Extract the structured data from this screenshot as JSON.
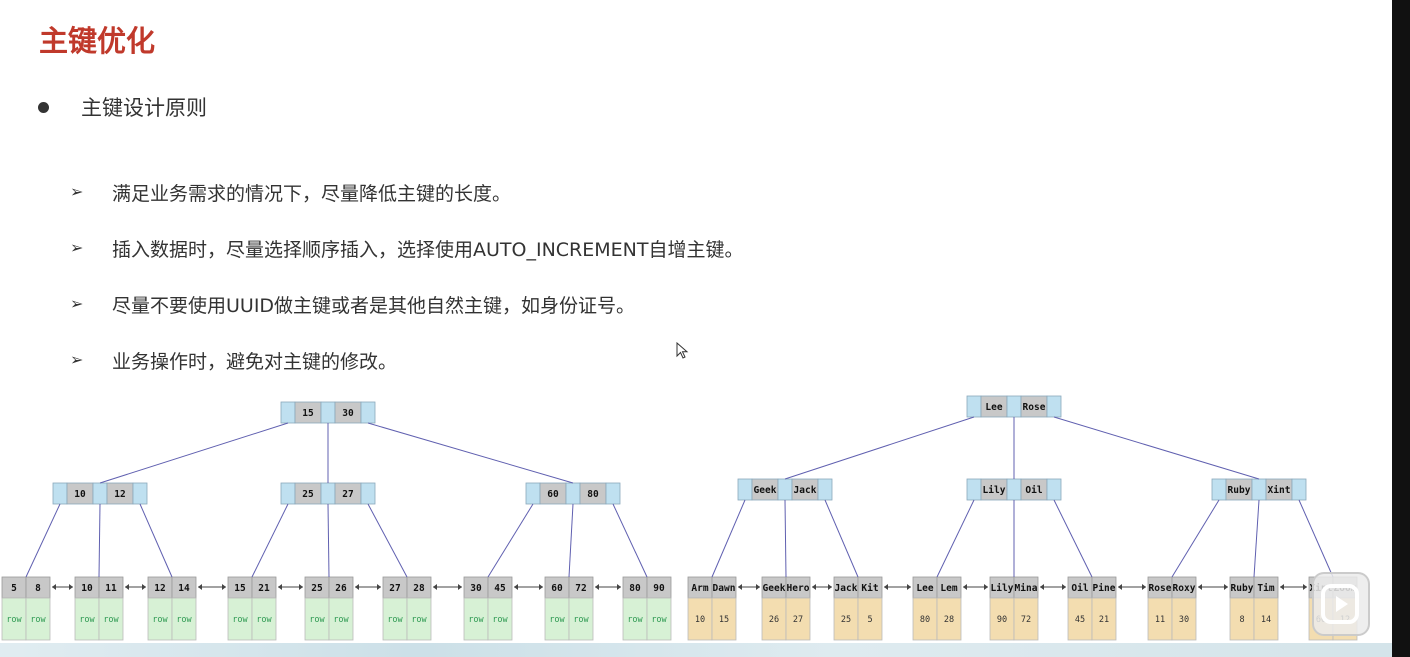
{
  "title": "主键优化",
  "bullet": "主键设计原则",
  "sub_items": [
    "满足业务需求的情况下，尽量降低主键的长度。",
    "插入数据时，尽量选择顺序插入，选择使用AUTO_INCREMENT自增主键。",
    "尽量不要使用UUID做主键或者是其他自然主键，如身份证号。",
    "业务操作时，避免对主键的修改。"
  ],
  "arrow_glyph": "➢",
  "colors": {
    "title": "#c0392b",
    "key_cell": "#c8c8c8",
    "pointer_cell": "#bfe0f0",
    "row_cell_green": "#d7f1d5",
    "row_cell_tan": "#f3ddb0",
    "edge": "#6060b0"
  },
  "left_tree": {
    "root": [
      "15",
      "30"
    ],
    "internal": [
      [
        "10",
        "12"
      ],
      [
        "25",
        "27"
      ],
      [
        "60",
        "80"
      ]
    ],
    "leaves": [
      [
        "5",
        "8"
      ],
      [
        "10",
        "11"
      ],
      [
        "12",
        "14"
      ],
      [
        "15",
        "21"
      ],
      [
        "25",
        "26"
      ],
      [
        "27",
        "28"
      ],
      [
        "30",
        "45"
      ],
      [
        "60",
        "72"
      ],
      [
        "80",
        "90"
      ]
    ],
    "row_label": "row"
  },
  "right_tree": {
    "root": [
      "Lee",
      "Rose"
    ],
    "internal": [
      [
        "Geek",
        "Jack"
      ],
      [
        "Lily",
        "Oil"
      ],
      [
        "Ruby",
        "Xint"
      ]
    ],
    "leaves": [
      [
        "Arm",
        "Dawn"
      ],
      [
        "Geek",
        "Hero"
      ],
      [
        "Jack",
        "Kit"
      ],
      [
        "Lee",
        "Lem"
      ],
      [
        "Lily",
        "Mina"
      ],
      [
        "Oil",
        "Pine"
      ],
      [
        "Rose",
        "Roxy"
      ],
      [
        "Ruby",
        "Tim"
      ],
      [
        "Xint",
        "Zoom"
      ]
    ],
    "leaf_values": [
      [
        "10",
        "15"
      ],
      [
        "26",
        "27"
      ],
      [
        "25",
        "5"
      ],
      [
        "80",
        "28"
      ],
      [
        "90",
        "72"
      ],
      [
        "45",
        "21"
      ],
      [
        "11",
        "30"
      ],
      [
        "8",
        "14"
      ],
      [
        "60",
        "12"
      ]
    ]
  }
}
